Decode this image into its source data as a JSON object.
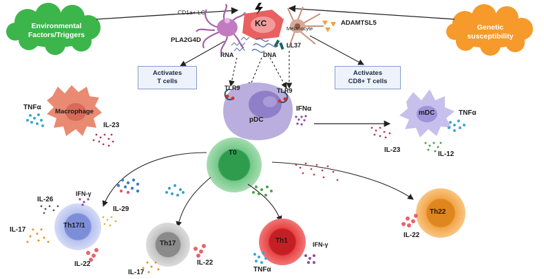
{
  "clouds": {
    "left": "Environmental\nFactors/Triggers",
    "right": "Genetic\nsusceptibility"
  },
  "cells": {
    "kc": "KC",
    "lc": "CD1a+ LC",
    "melanocyte": "Melanocyte",
    "macrophage": "Macrophage",
    "pdc": "pDC",
    "mdc": "mDC",
    "t0": "T0",
    "th17_1": "Th17/1",
    "th17": "Th17",
    "th1": "Th1",
    "th22": "Th22"
  },
  "molecules": {
    "pla2g4d": "PLA2G4D",
    "adamtsl5": "ADAMTSL5",
    "rna": "RNA",
    "dna": "DNA",
    "ll37": "LL37",
    "tlr9_left": "TLR9",
    "tlr9_right": "TLR9",
    "ifna": "IFNα",
    "tnfa_mac": "TNFα",
    "il23_mac": "IL-23",
    "tnfa_mdc": "TNFα",
    "il23_mdc": "IL-23",
    "il12": "IL-12",
    "il26": "IL-26",
    "ifng_th17_1": "IFN-γ",
    "il29": "IL-29",
    "il17_th17_1": "IL-17",
    "il22_th17_1": "IL-22",
    "il22_th17": "IL-22",
    "il17_th17": "IL-17",
    "ifng_th1": "IFN-γ",
    "tnfa_th1": "TNFα",
    "il22_th22": "IL-22"
  },
  "boxes": {
    "activates_t": "Activates\nT cells",
    "activates_cd8": "Activates\nCD8+ T cells"
  },
  "colors": {
    "cloud_green": "#3cb54a",
    "cloud_orange": "#f59a2b",
    "kc": "#e8605f",
    "lc": "#c27bc0",
    "melanocyte": "#d8a894",
    "macrophage": "#e98a73",
    "pdc": "#b9aede",
    "mdc": "#c7c0ec",
    "t0": "#5bbf72",
    "th17_1": "#a7b4e8",
    "th17": "#a8a8a8",
    "th1": "#e03c3c",
    "th22": "#f3a13e"
  }
}
